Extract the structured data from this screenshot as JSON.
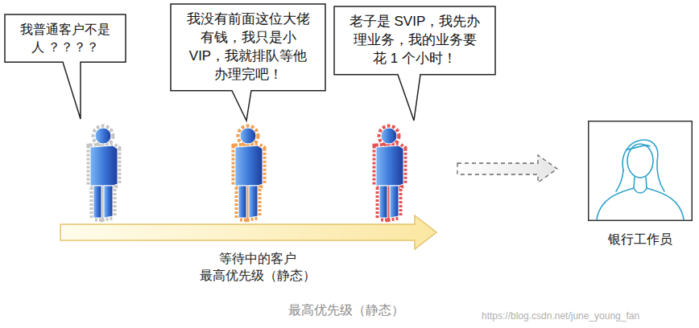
{
  "diagram": {
    "caption": "最高优先级（静态）",
    "nodes": [
      {
        "text": [
          "我普通客户不是人 ？？？？"
        ]
      },
      {
        "text": [
          "我没有前面这位大佬 有钱，我只是小 VIP，我就排队等他 办理完吧！"
        ]
      },
      {
        "text": [
          "老子是 SVIP，我先办 理业务，我的业务要 花 1 个小时！"
        ]
      },
      {
        "text": [
          "银行工作员"
        ]
      }
    ],
    "labels": [
      "等待中的客户 最高优先级（静态）",
      "https://blog.csdn.net/june_young_fan"
    ]
  }
}
